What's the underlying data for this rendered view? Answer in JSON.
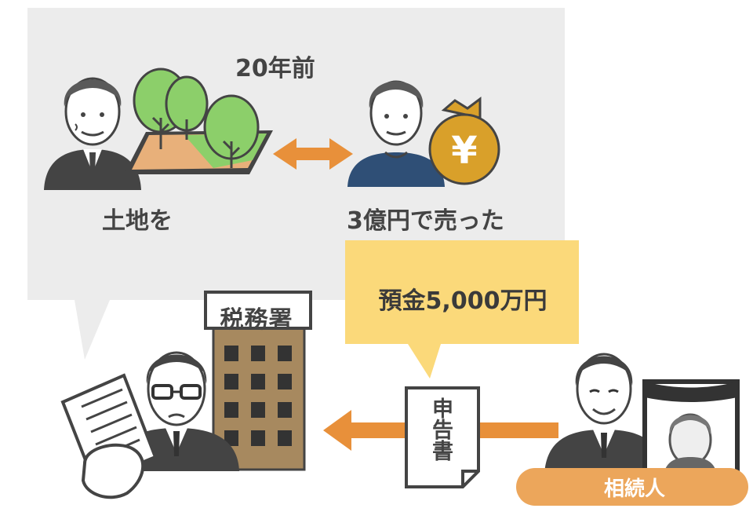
{
  "scene": {
    "years_ago": "20年前",
    "land_label": "土地を",
    "sold_label": "3億円で売った",
    "deposit_label": "預金5,000万円",
    "tax_office_sign": "税務署",
    "report_label": "申告書",
    "heir_label": "相続人",
    "yen_symbol": "¥"
  },
  "colors": {
    "bubble_gray": "#ececec",
    "bubble_yellow": "#fbd97a",
    "arrow_orange": "#e8903a",
    "gold": "#d9a02a",
    "heir_badge": "#eca65b",
    "building": "#a7895f"
  }
}
